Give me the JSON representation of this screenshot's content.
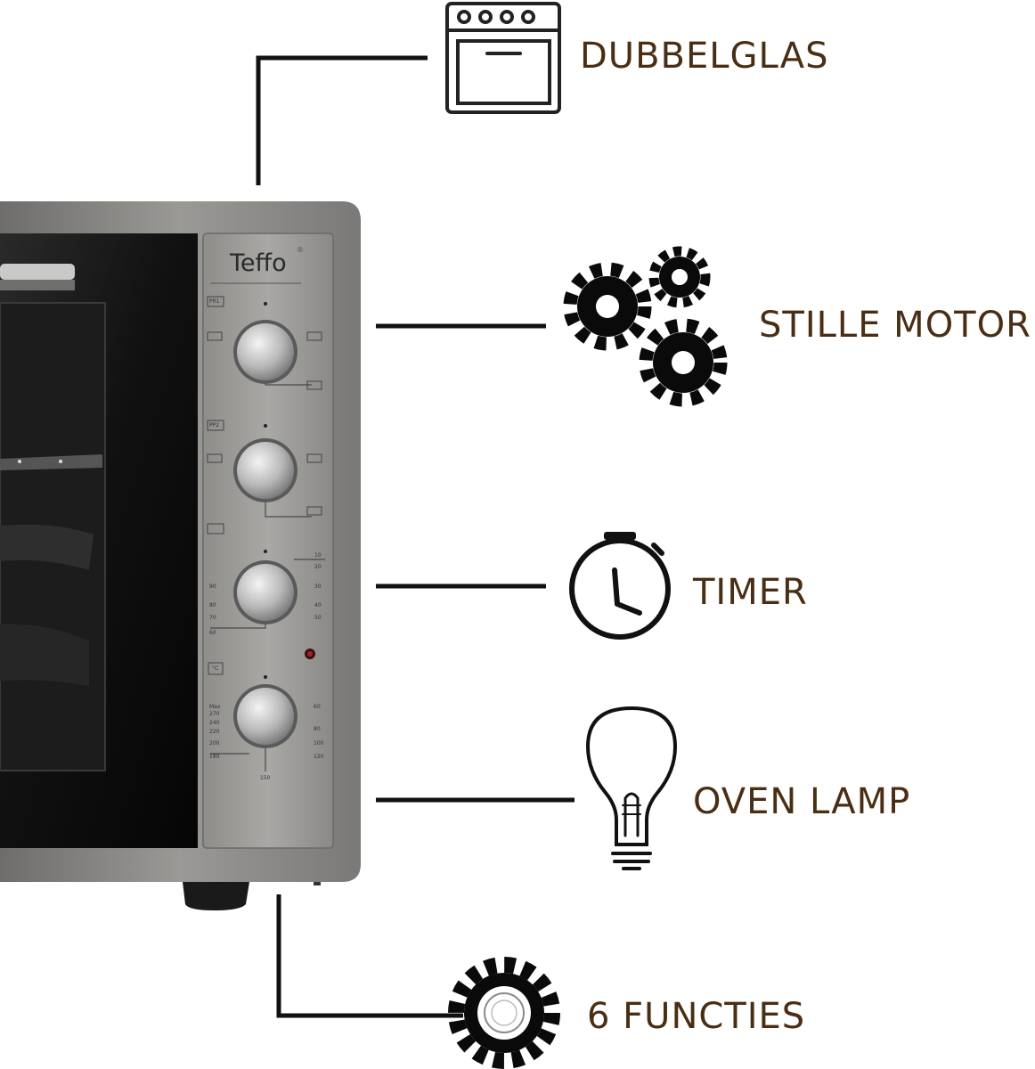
{
  "brand": {
    "name": "Teffo",
    "mark": "®"
  },
  "features": [
    {
      "label": "DUBBELGLAS",
      "icon": "oven-icon"
    },
    {
      "label": "STILLE MOTOR",
      "icon": "gears-icon"
    },
    {
      "label": "TIMER",
      "icon": "stopwatch-icon"
    },
    {
      "label": "OVEN LAMP",
      "icon": "light-bulb-icon"
    },
    {
      "label": "6 FUNCTIES",
      "icon": "gear-ring-icon"
    }
  ],
  "panel": {
    "knob1_code": "PR1",
    "knob2_code": "PP2",
    "timer_marks": [
      "10",
      "20",
      "30",
      "40",
      "50",
      "60",
      "70",
      "80",
      "90"
    ],
    "temp_unit": "°C",
    "temp_marks": [
      "Max",
      "270",
      "240",
      "220",
      "200",
      "180",
      "150",
      "120",
      "100",
      "80",
      "60"
    ]
  },
  "colors": {
    "label": "#4a2e14",
    "line": "#111111",
    "oven_body": "#8c8b89"
  }
}
